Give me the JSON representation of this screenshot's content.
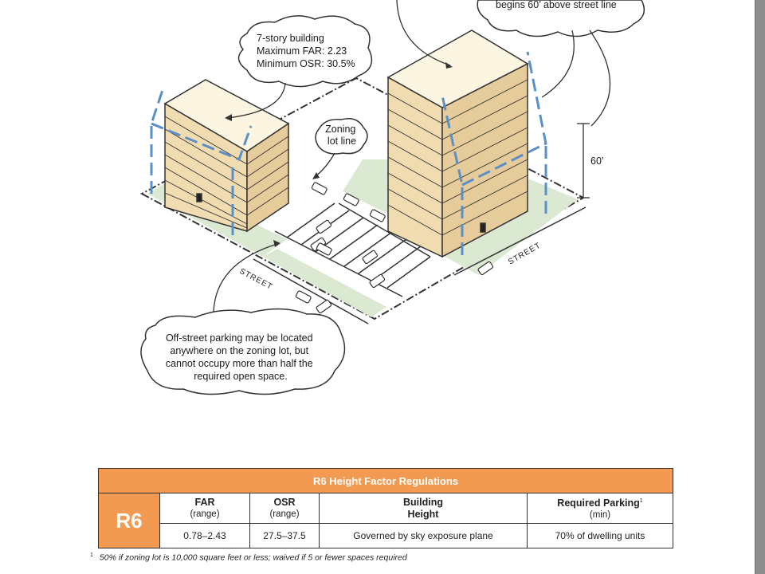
{
  "callouts": {
    "tall_building": "begins 60’ above street line",
    "left_building": [
      "7-story building",
      "Maximum FAR: 2.23",
      "Minimum OSR: 30.5%"
    ],
    "lot_line": [
      "Zoning",
      "lot line"
    ],
    "parking": [
      "Off-street parking may be located",
      "anywhere on the zoning lot, but",
      "cannot occupy more than half the",
      "required open space."
    ]
  },
  "dimension_label": "60’",
  "street_labels": {
    "left": "STREET",
    "right": "STREET"
  },
  "table": {
    "title": "R6 Height Factor Regulations",
    "district": "R6",
    "columns": [
      {
        "label": "FAR",
        "sub": "(range)",
        "value": "0.78–2.43"
      },
      {
        "label": "OSR",
        "sub": "(range)",
        "value": "27.5–37.5"
      },
      {
        "label": "Building",
        "sub": "Height",
        "value": "Governed by sky exposure plane"
      },
      {
        "label": "Required Parking",
        "sub": "(min)",
        "value": "70% of dwelling units"
      }
    ],
    "footnote_marker": "1"
  },
  "footnote": {
    "marker": "1",
    "text": "50% if zoning lot is 10,000 square feet or less; waived if 5 or fewer spaces required"
  },
  "colors": {
    "building_side": "#f1dcb2",
    "building_roof": "#fbf5e2",
    "open_space": "#dbe9d2",
    "sky_plane": "#5b8fc7",
    "table_header": "#f39a52"
  }
}
